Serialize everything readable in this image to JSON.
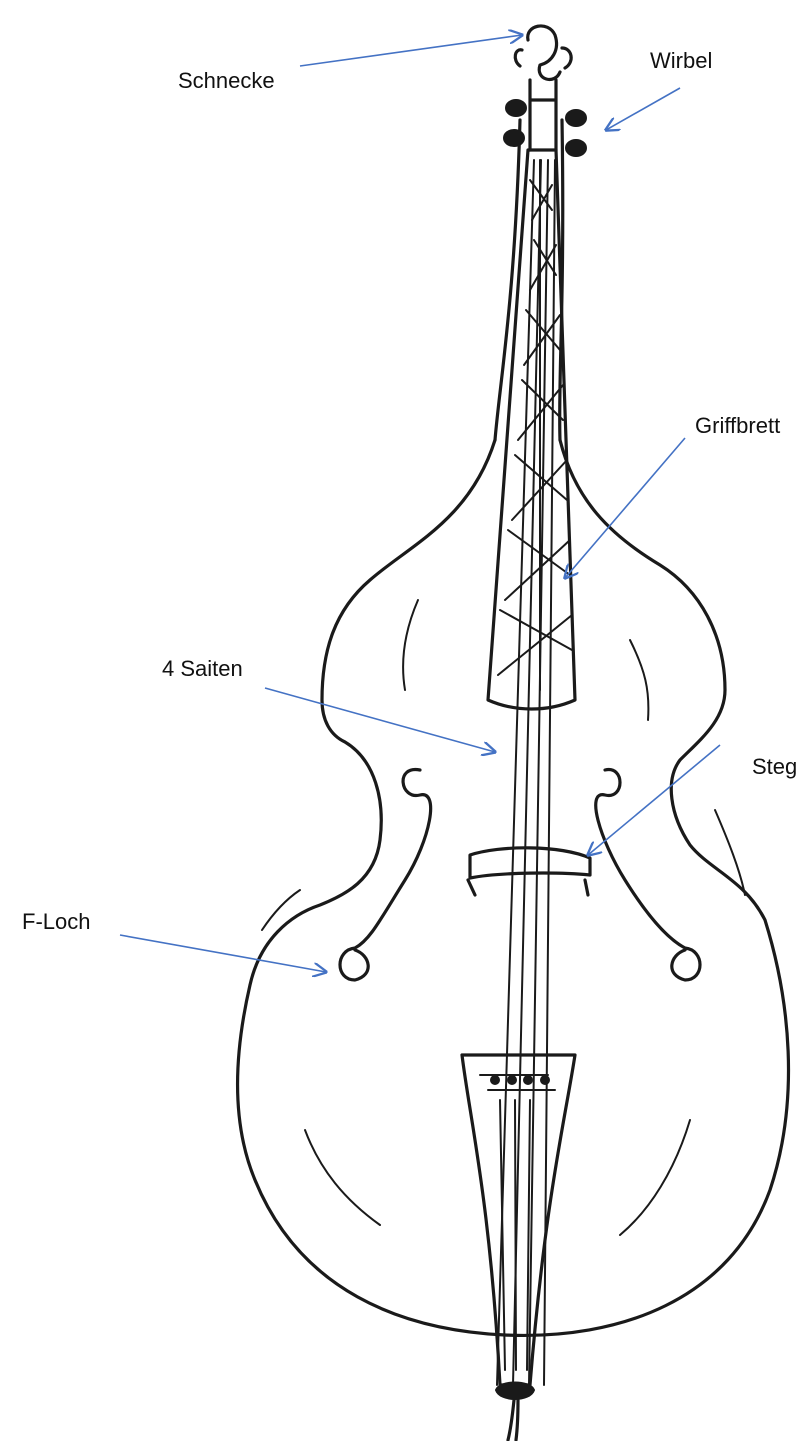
{
  "diagram": {
    "accent_color": "#4472C4",
    "ink_color": "#1a1a1a",
    "labels": {
      "schnecke": "Schnecke",
      "wirbel": "Wirbel",
      "griffbrett": "Griffbrett",
      "saiten": "4 Saiten",
      "steg": "Steg",
      "f_loch": "F-Loch"
    }
  }
}
